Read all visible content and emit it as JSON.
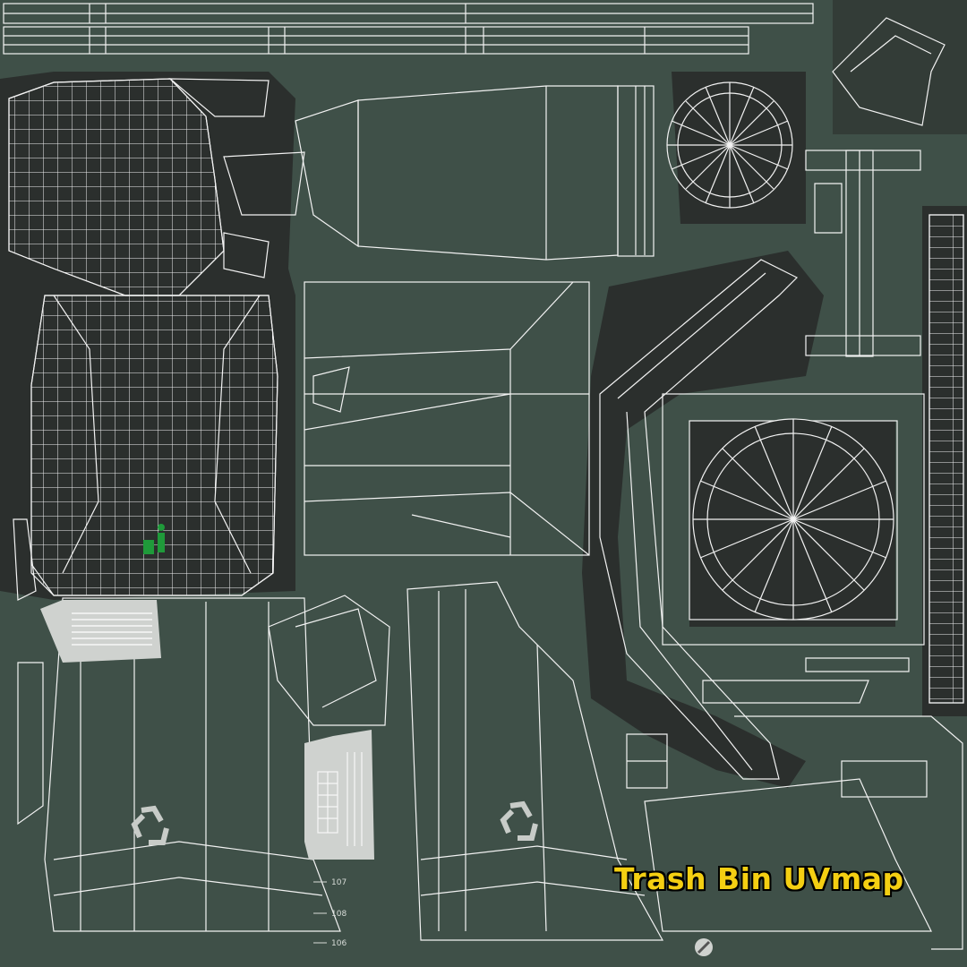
{
  "title": "Trash Bin UVmap",
  "scale_labels": [
    "107",
    "108",
    "106"
  ],
  "colors": {
    "background": "#3f5048",
    "shadow_padding": "#2b2f2d",
    "wireframe": "#f2f2f2",
    "title_text": "#f4cf12",
    "title_outline": "#000000",
    "label_plate": "#cfd2cf",
    "figure_icon": "#1f9a3a",
    "recycle_icon": "#c8ccc8"
  },
  "icons": [
    "recycle-icon",
    "recycle-icon",
    "person-trash-icon"
  ]
}
